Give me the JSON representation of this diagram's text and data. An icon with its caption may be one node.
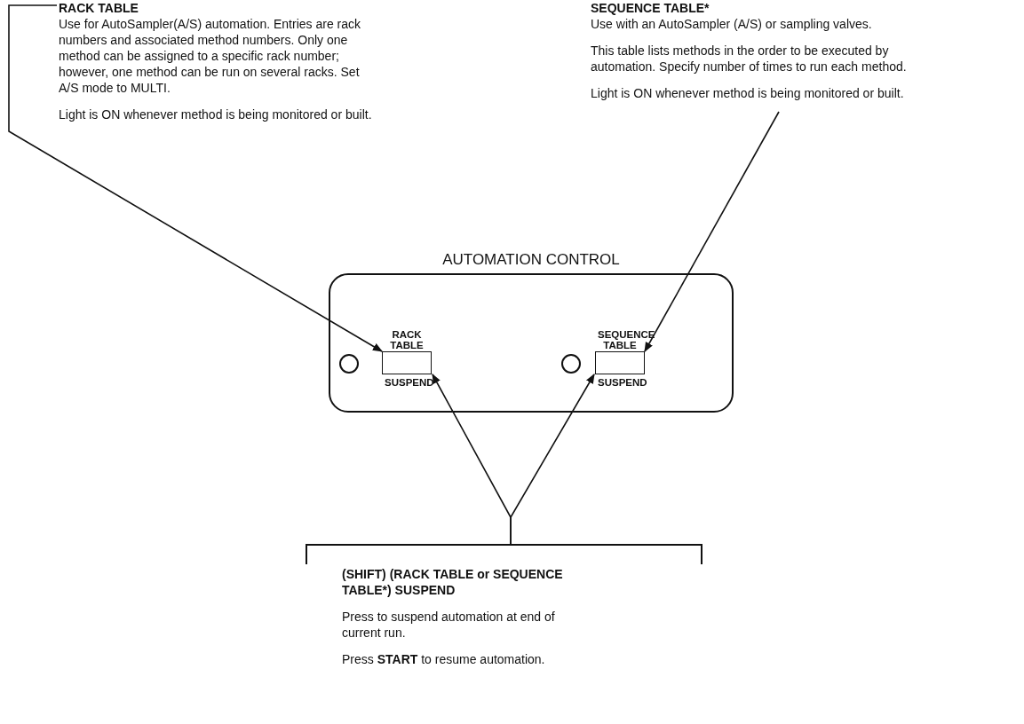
{
  "diagram": {
    "nodes": [
      {
        "text": [
          "RACK TABLE",
          "Use for AutoSampler(A/S) automation. Entries are rack numbers and associated method numbers. Only one method can be assigned to a specific rack number; however, one method can be run on several racks. Set A/S mode to MULTI.",
          "Light is ON whenever method is being monitored or built."
        ]
      },
      {
        "text": [
          "SEQUENCE TABLE*",
          "Use with an AutoSampler (A/S) or sampling valves.",
          "This table lists methods in the order to be executed by automation. Specify number of times to run each method.",
          "Light is ON whenever method is being monitored or built."
        ]
      },
      {
        "text": [
          "AUTOMATION CONTROL"
        ]
      },
      {
        "text": [],
        "shape": "circle",
        "in": 2
      },
      {
        "text": [
          "RACK TABLE",
          "SUSPEND"
        ],
        "in": 2
      },
      {
        "text": [],
        "shape": "circle",
        "in": 2
      },
      {
        "text": [
          "SEQUENCE TABLE",
          "SUSPEND"
        ],
        "in": 2
      },
      {
        "text": [
          "(SHIFT) (RACK TABLE or SEQUENCE TABLE*) SUSPEND",
          "Press to suspend automation at end of current run.",
          "Press **START** to resume automation."
        ]
      }
    ],
    "edges": [
      {
        "from": 0,
        "to": 4,
        "arrow": "to"
      },
      {
        "from": 1,
        "to": 6,
        "arrow": "to"
      },
      {
        "from": 7,
        "to": 4,
        "arrow": "to"
      },
      {
        "from": 7,
        "to": 6,
        "arrow": "to"
      }
    ]
  }
}
